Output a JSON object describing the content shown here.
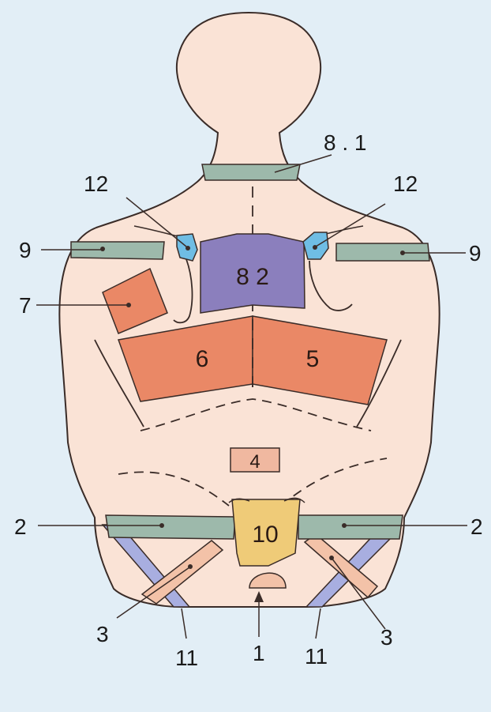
{
  "colors": {
    "background": "#e2eef6",
    "skin": "#fae3d6",
    "outline": "#3a2c28",
    "green_band": "#9db9ab",
    "purple_pad": "#8b7fbd",
    "orange_pad": "#ea8866",
    "light_orange": "#f0b8a0",
    "yellow_pad": "#efcb78",
    "blue_pad": "#6fbde4",
    "lilac_strap": "#a8aee0",
    "peach_strap": "#f3c2a8"
  },
  "callouts": {
    "l_8_1": "8 . 1",
    "l_12_left": "12",
    "l_12_right": "12",
    "l_9_left": "9",
    "l_9_right": "9",
    "l_7": "7",
    "l_2_left": "2",
    "l_2_right": "2",
    "l_3_left": "3",
    "l_3_right": "3",
    "l_11_left": "11",
    "l_11_right": "11",
    "l_1": "1"
  },
  "pads": {
    "p_8_2": "8 2",
    "p_6": "6",
    "p_5": "5",
    "p_4": "4",
    "p_10": "10"
  }
}
